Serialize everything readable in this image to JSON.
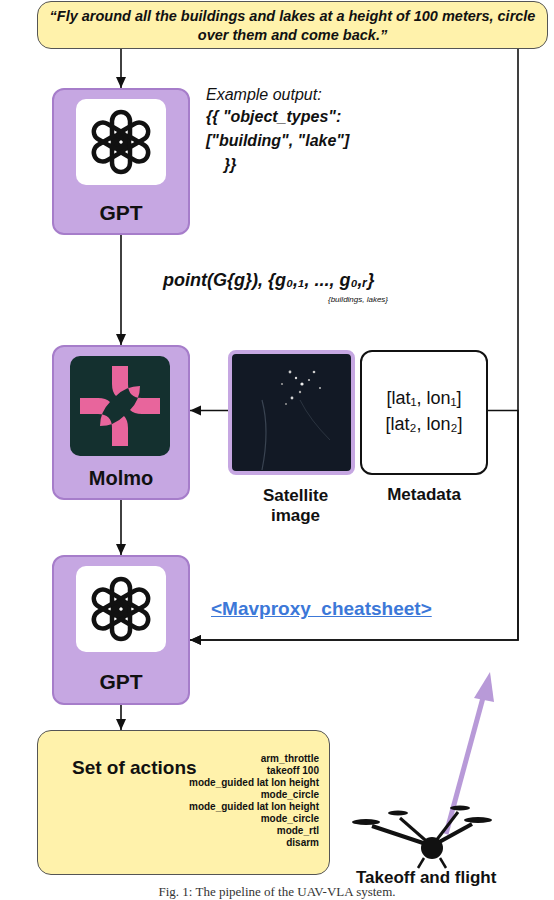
{
  "diagram": {
    "caption": "Fig. 1: The pipeline of the UAV-VLA system.",
    "nodes": [
      {
        "text": [
          "“Fly around all the buildings and lakes at a height of 100 meters, circle over them and come back.”"
        ]
      },
      {
        "text": [
          "GPT"
        ]
      },
      {
        "text": [
          "Molmo"
        ]
      },
      {
        "text": [
          "Satellite image"
        ]
      },
      {
        "text": [
          "[lat₁, lon₁]",
          "[lat₂, lon₂]",
          "Metadata"
        ]
      },
      {
        "text": [
          "GPT"
        ]
      },
      {
        "text": [
          "Set of actions",
          "arm_throttle",
          "takeoff 100",
          "mode_guided lat lon height",
          "mode_circle",
          "mode_guided lat lon height",
          "mode_circle",
          "mode_rtl",
          "disarm"
        ]
      }
    ],
    "edges": [
      {
        "from": 0,
        "to": 1,
        "arrow": "to"
      },
      {
        "from": 1,
        "to": 2,
        "arrow": "to",
        "label": "point(G{g}), {g₀,₁, ..., g₀,ᵣ}"
      },
      {
        "from": 3,
        "to": 2,
        "arrow": "to"
      },
      {
        "from": 2,
        "to": 5,
        "arrow": "to"
      },
      {
        "from": 0,
        "to": 5,
        "arrow": "to"
      },
      {
        "from": 4,
        "to": 5,
        "arrow": "to"
      },
      {
        "from": 5,
        "to": 6,
        "arrow": "to"
      }
    ],
    "labels": [
      "Example output:",
      "{{ \"object_types\":",
      "[\"building\", \"lake\"]",
      "}}",
      "{buildings, lakes}",
      "<Mavproxy_cheatsheet>",
      "Takeoff and flight"
    ]
  }
}
